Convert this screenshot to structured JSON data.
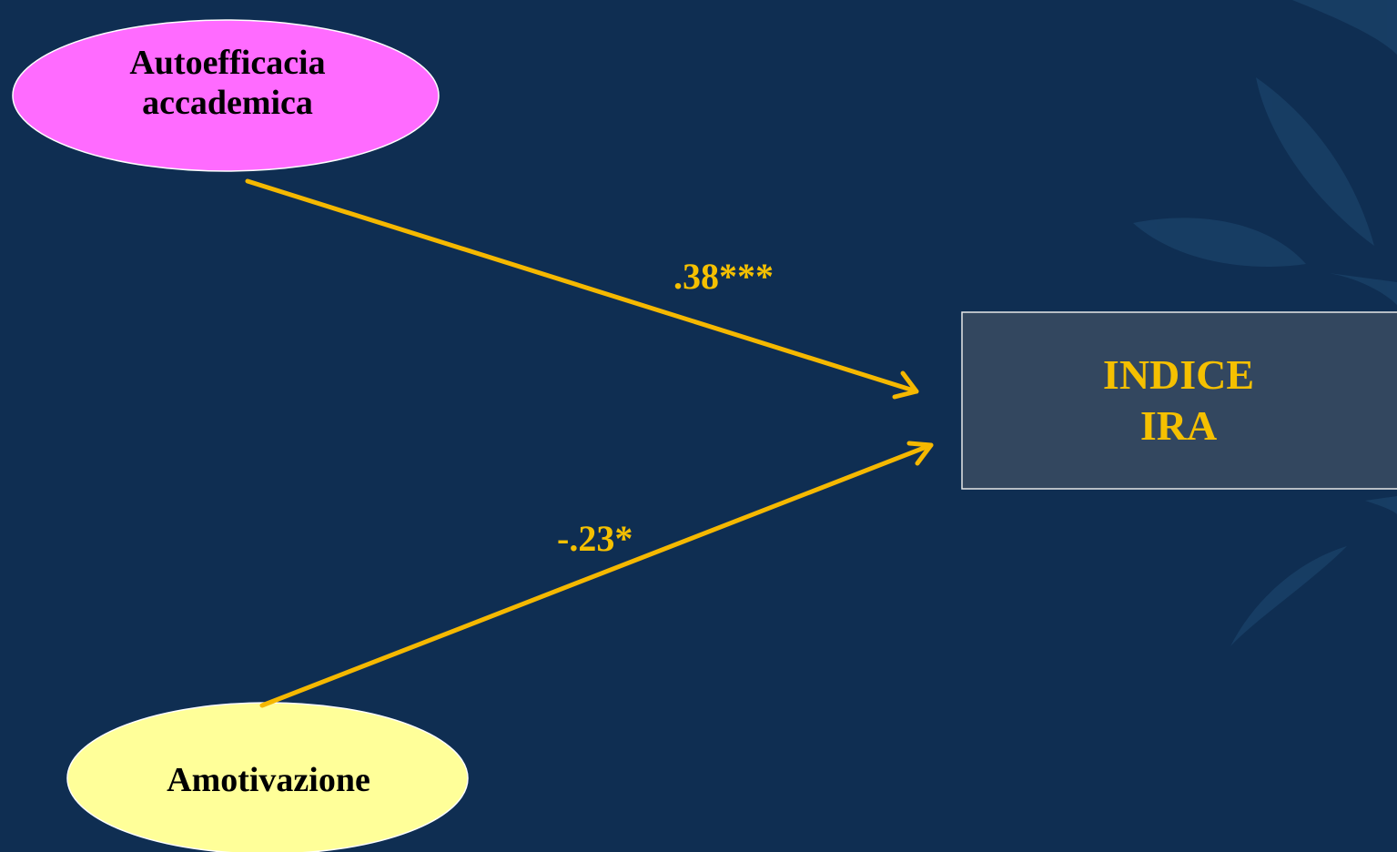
{
  "colors": {
    "background": "#0f2e52",
    "arrow": "#f5b800",
    "coefficient_text": "#f5c000",
    "node_autoefficacia_fill": "#ff6bff",
    "node_amotivazione_fill": "#ffff99",
    "node_outcome_fill": "#33475f",
    "node_outcome_text": "#f5c000"
  },
  "nodes": {
    "autoefficacia": {
      "label": "Autoefficacia\naccademica",
      "shape": "ellipse"
    },
    "amotivazione": {
      "label": "Amotivazione",
      "shape": "ellipse"
    },
    "outcome": {
      "label": "INDICE\nIRA",
      "shape": "rectangle"
    }
  },
  "paths": [
    {
      "from": "autoefficacia",
      "to": "outcome",
      "coefficient": ".38***"
    },
    {
      "from": "amotivazione",
      "to": "outcome",
      "coefficient": "-.23*"
    }
  ]
}
